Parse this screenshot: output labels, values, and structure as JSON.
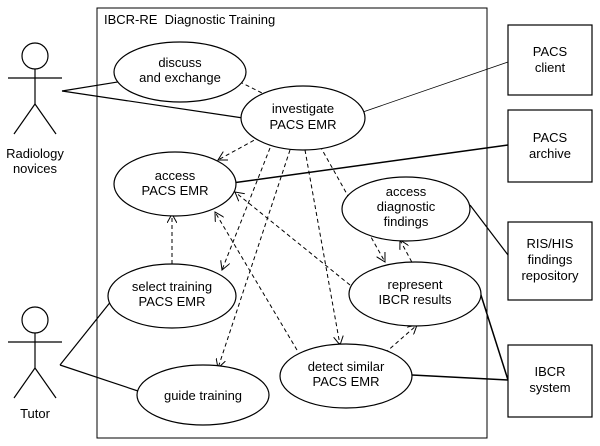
{
  "system": {
    "title": "IBCR-RE  Diagnostic Training"
  },
  "actors": {
    "novices": {
      "line1": "Radiology",
      "line2": "novices"
    },
    "tutor": {
      "label": "Tutor"
    }
  },
  "use_cases": {
    "discuss": {
      "line1": "discuss",
      "line2": "and exchange"
    },
    "investigate": {
      "line1": "investigate",
      "line2": "PACS EMR"
    },
    "access_pacs": {
      "line1": "access",
      "line2": "PACS EMR"
    },
    "access_findings": {
      "line1": "access",
      "line2": "diagnostic",
      "line3": "findings"
    },
    "select": {
      "line1": "select training",
      "line2": "PACS EMR"
    },
    "represent": {
      "line1": "represent",
      "line2": "IBCR results"
    },
    "detect": {
      "line1": "detect similar",
      "line2": "PACS EMR"
    },
    "guide": {
      "line1": "guide training"
    }
  },
  "systems": {
    "pacs_client": {
      "line1": "PACS",
      "line2": "client"
    },
    "pacs_archive": {
      "line1": "PACS",
      "line2": "archive"
    },
    "ris_his": {
      "line1": "RIS/HIS",
      "line2": "findings",
      "line3": "repository"
    },
    "ibcr": {
      "line1": "IBCR",
      "line2": "system"
    }
  }
}
